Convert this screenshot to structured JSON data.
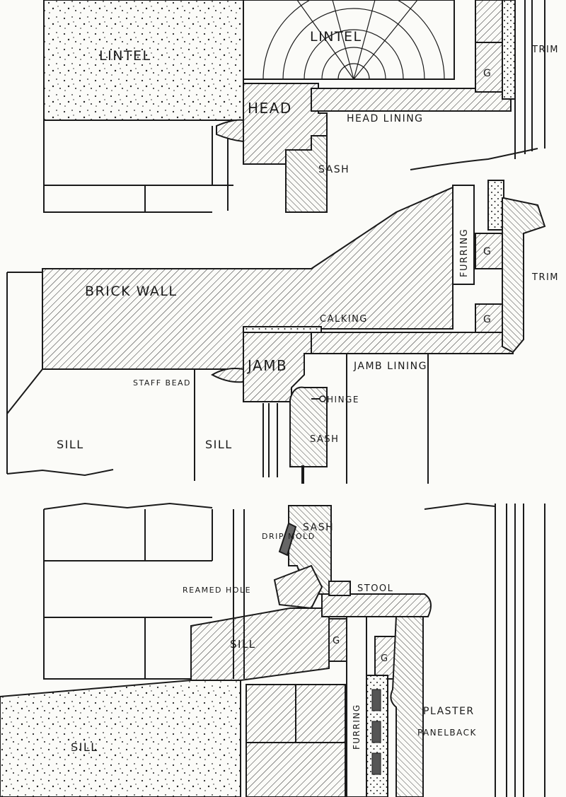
{
  "head_section": {
    "lintel_left": "LINTEL",
    "lintel_wood": "LINTEL",
    "head": "HEAD",
    "head_lining": "HEAD LINING",
    "sash": "SASH",
    "trim": "TRIM",
    "ground": "G"
  },
  "jamb_section": {
    "brick_wall": "BRICK WALL",
    "calking": "CALKING",
    "jamb": "JAMB",
    "jamb_lining": "JAMB LINING",
    "staff_bead": "STAFF BEAD",
    "hinge": "HINGE",
    "sash": "SASH",
    "sill_left": "SILL",
    "sill_right": "SILL",
    "furring": "FURRING",
    "trim": "TRIM",
    "ground_top": "G",
    "ground_bottom": "G"
  },
  "sill_section": {
    "drip_mold": "DRIP MOLD",
    "sash": "SASH",
    "reamed_hole": "REAMED HOLE",
    "stool": "STOOL",
    "sill_wood": "SILL",
    "sill_stone": "SILL",
    "furring": "FURRING",
    "plaster": "PLASTER",
    "panel_back": "PANELBACK",
    "ground_a": "G",
    "ground_b": "G"
  }
}
